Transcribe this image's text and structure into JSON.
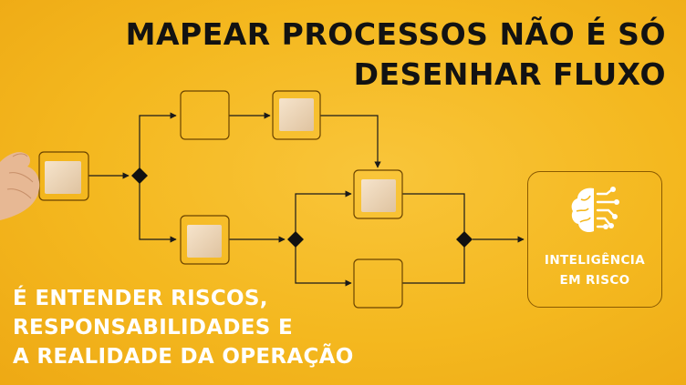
{
  "headline": {
    "line1": "MAPEAR PROCESSOS NÃO É SÓ",
    "line2": "DESENHAR FLUXO"
  },
  "tagline": {
    "line1": "É ENTENDER RISCOS,",
    "line2": "RESPONSABILIDADES E",
    "line3": "A REALIDADE DA OPERAÇÃO"
  },
  "brand": {
    "line1": "INTELIGÊNCIA",
    "line2": "EM RISCO",
    "icon": "brain-circuit-icon"
  },
  "colors": {
    "background": "#f4b81f",
    "headline": "#121212",
    "tagline": "#ffffff",
    "line": "#1a1a1a",
    "block": "#f1dcc0"
  }
}
